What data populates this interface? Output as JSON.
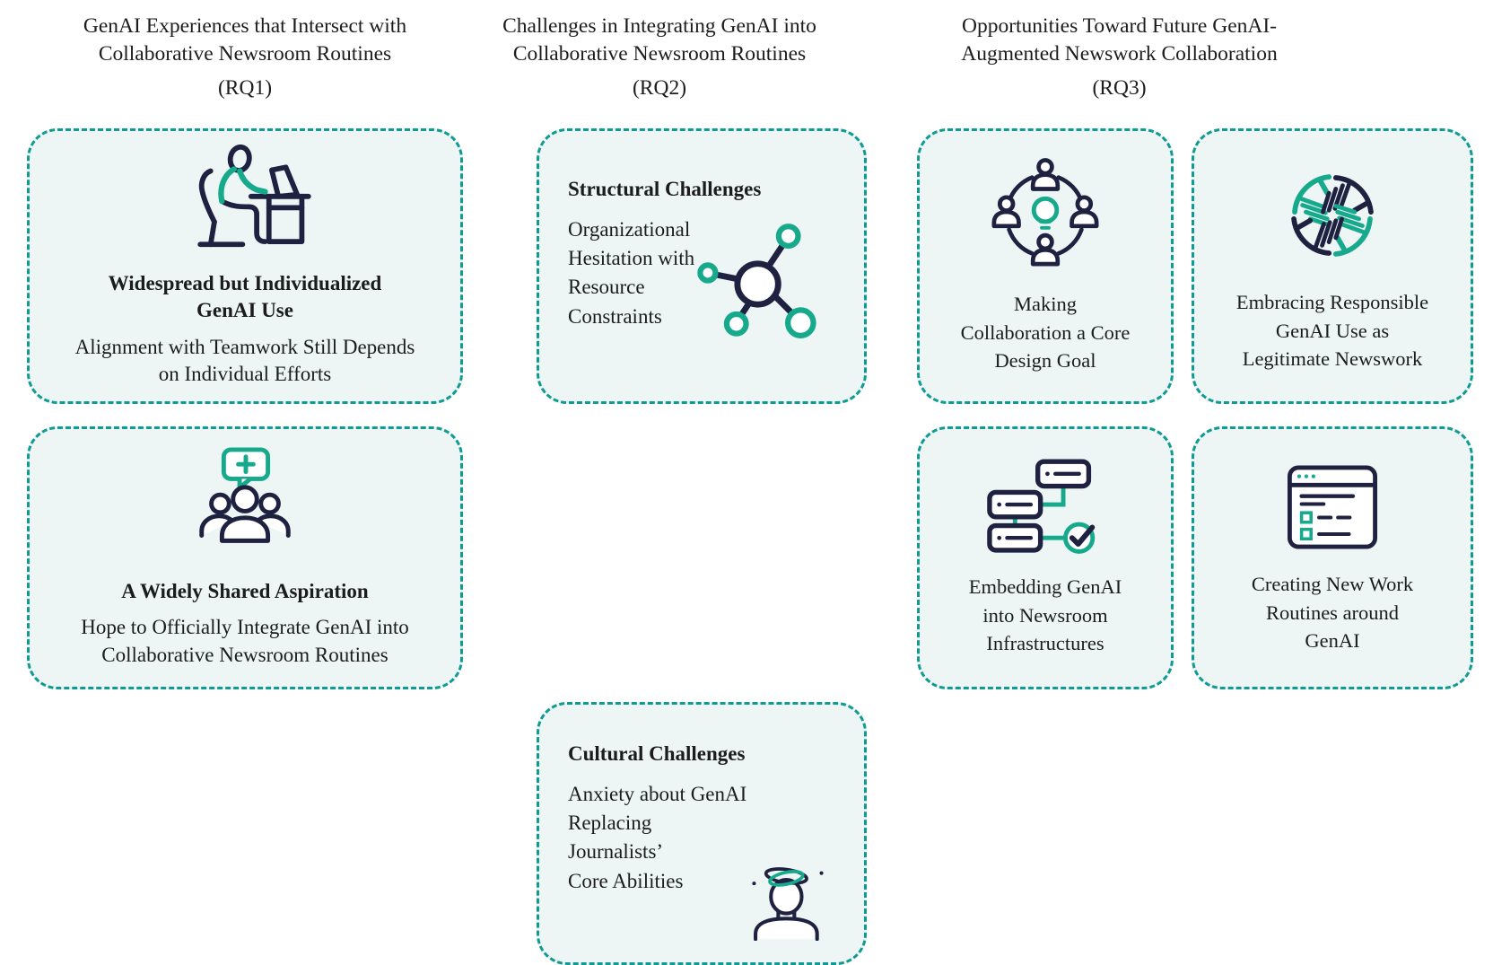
{
  "figure": {
    "columns": [
      {
        "title": "GenAI Experiences that Intersect with\nCollaborative Newsroom Routines",
        "rq": "(RQ1)"
      },
      {
        "title": "Challenges in Integrating GenAI into\nCollaborative Newsroom Routines",
        "rq": "(RQ2)"
      },
      {
        "title": "Opportunities Toward Future GenAI-\nAugmented Newswork Collaboration",
        "rq": "(RQ3)"
      }
    ],
    "cards": {
      "rq1_top": {
        "icon": "person-at-desk-icon",
        "title": "Widespread but Individualized\nGenAI Use",
        "subtitle": "Alignment with Teamwork Still Depends\non Individual Efforts"
      },
      "rq1_bottom": {
        "icon": "team-plus-bubble-icon",
        "title": "A Widely Shared Aspiration",
        "subtitle": "Hope to Officially Integrate GenAI into\nCollaborative Newsroom Routines"
      },
      "rq2_top": {
        "icon": "network-nodes-icon",
        "title": "Structural Challenges",
        "body": "Organizational\nHesitation with\nResource\nConstraints"
      },
      "rq2_bottom": {
        "icon": "dizzy-journalist-icon",
        "title": "Cultural Challenges",
        "body": "Anxiety about GenAI\nReplacing\nJournalists’\nCore Abilities"
      },
      "rq3_top_left": {
        "icon": "people-around-idea-icon",
        "label": "Making\nCollaboration a Core\nDesign Goal"
      },
      "rq3_top_right": {
        "icon": "interlocking-hands-icon",
        "label": "Embracing Responsible\nGenAI Use as\nLegitimate Newswork"
      },
      "rq3_bottom_left": {
        "icon": "workflow-check-icon",
        "label": "Embedding GenAI\ninto Newsroom\nInfrastructures"
      },
      "rq3_bottom_right": {
        "icon": "app-checklist-icon",
        "label": "Creating New Work\nRoutines around\nGenAI"
      }
    },
    "colors": {
      "border_teal": "#0f9b91",
      "icon_green": "#16a98c",
      "icon_navy": "#1e2240",
      "card_background": "#edf6f5",
      "text": "#1c1c1c"
    }
  }
}
